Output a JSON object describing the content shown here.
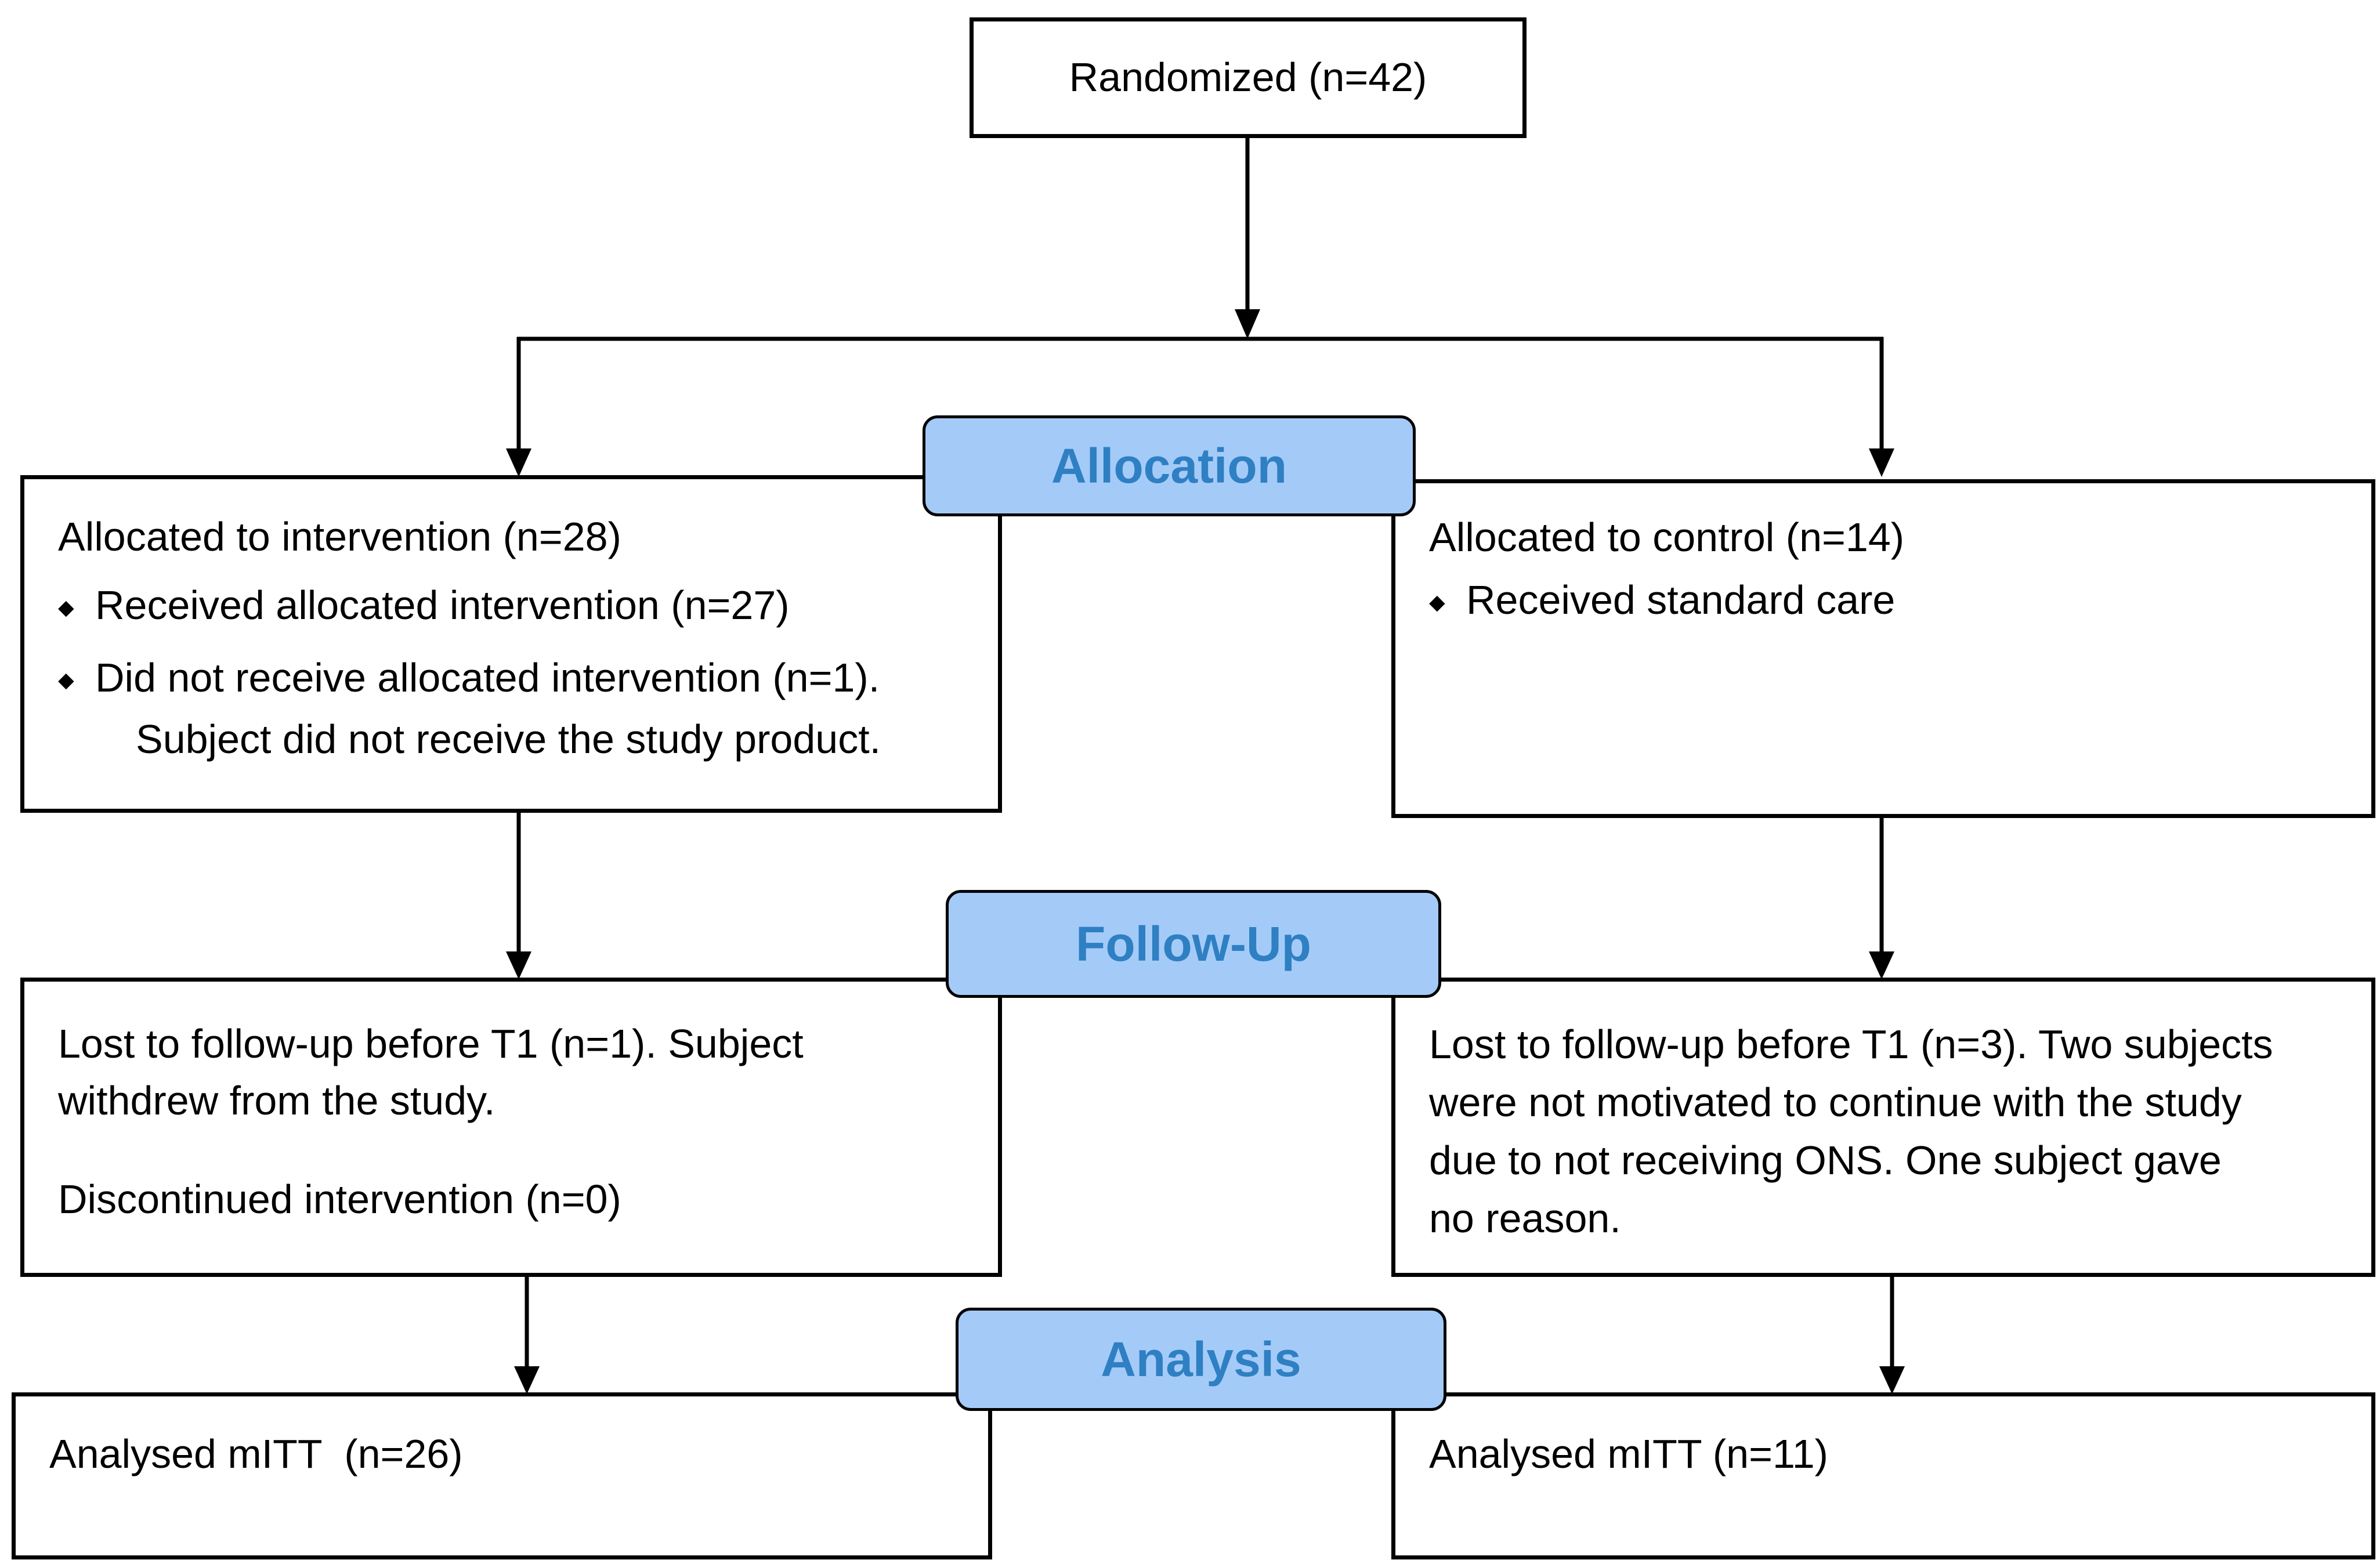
{
  "randomized": {
    "label": "Randomized (n=42)"
  },
  "stages": {
    "allocation": "Allocation",
    "follow_up": "Follow-Up",
    "analysis": "Analysis"
  },
  "intervention": {
    "allocation": {
      "heading": "Allocated to intervention (n=28)",
      "bullets": [
        "Received allocated intervention (n=27)",
        "Did not receive allocated intervention (n=1)."
      ],
      "note": "Subject did not receive the study product."
    },
    "follow_up": {
      "lines": [
        "Lost to follow-up before T1 (n=1). Subject",
        "withdrew from the study."
      ],
      "discontinued": "Discontinued intervention (n=0)"
    },
    "analysis": {
      "label": "Analysed mITT  (n=26)"
    }
  },
  "control": {
    "allocation": {
      "heading": "Allocated to control (n=14)",
      "bullets": [
        "Received standard care"
      ]
    },
    "follow_up": {
      "lines": [
        "Lost to follow-up before T1 (n=3). Two subjects",
        "were not motivated to continue with the study",
        "due to not receiving ONS. One subject gave",
        "no reason."
      ]
    },
    "analysis": {
      "label": "Analysed mITT (n=11)"
    }
  },
  "colors": {
    "stage_fill": "#a4cbf8",
    "stage_text": "#2f7fc3",
    "border": "#000000"
  }
}
